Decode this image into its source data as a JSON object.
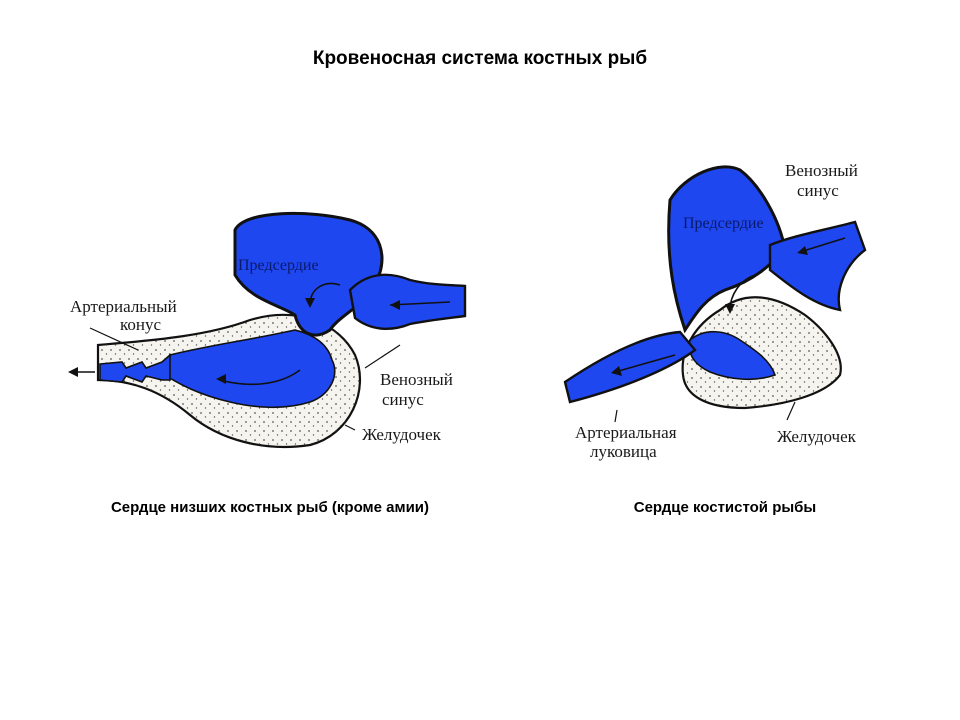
{
  "title": "Кровеносная система костных рыб",
  "colors": {
    "blood": "#1f47f0",
    "outline": "#111111",
    "tissue": "#f6f4ee"
  },
  "left_diagram": {
    "caption": "Сердце низших костных рыб (кроме амии)",
    "labels": {
      "atrium": "Предсердие",
      "conus_line1": "Артериальный",
      "conus_line2": "конус",
      "sinus_line1": "Венозный",
      "sinus_line2": "синус",
      "ventricle": "Желудочек"
    }
  },
  "right_diagram": {
    "caption": "Сердце костистой рыбы",
    "labels": {
      "atrium": "Предсердие",
      "sinus_line1": "Венозный",
      "sinus_line2": "синус",
      "bulb_line1": "Артериальная",
      "bulb_line2": "луковица",
      "ventricle": "Желудочек"
    }
  }
}
